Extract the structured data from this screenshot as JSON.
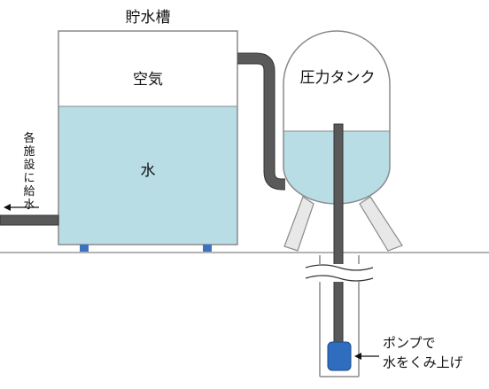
{
  "labels": {
    "reservoir_title": "貯水槽",
    "air": "空気",
    "water": "水",
    "pressure_tank": "圧力タンク",
    "supply_vertical": [
      "各",
      "施",
      "設",
      "に",
      "給",
      "水"
    ],
    "pump_line1": "ポンプで",
    "pump_line2": "水をくみ上げ"
  },
  "colors": {
    "water": "#b8dde5",
    "tank_outline": "#8a8a8a",
    "pipe": "#595959",
    "pipe_outline": "#333333",
    "ground": "#999999",
    "pump": "#2f6dbf",
    "feet": "#3b72c2",
    "legs": "#e6e6e6"
  }
}
